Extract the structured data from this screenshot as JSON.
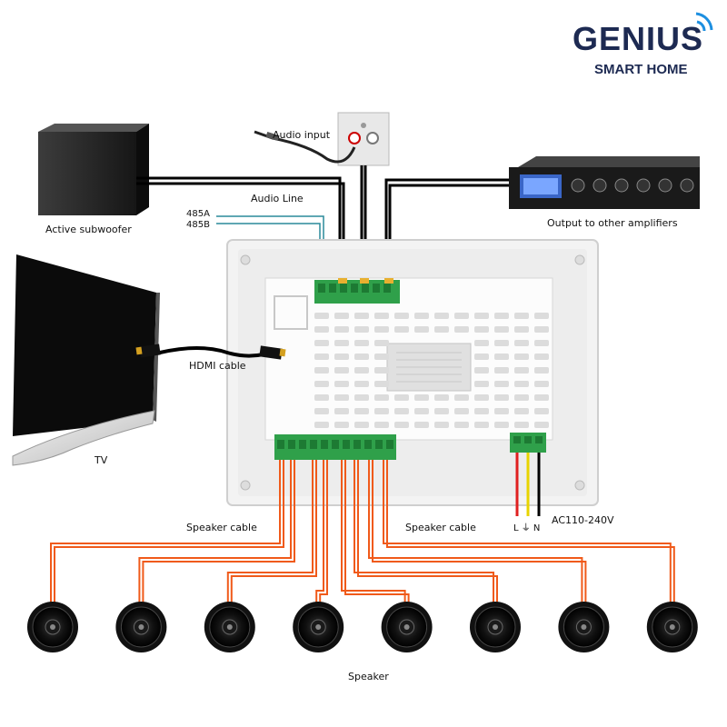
{
  "brand": {
    "name": "GENIUS",
    "tagline": "SMART HOME"
  },
  "labels": {
    "audio_input": "Audio input",
    "audio_line": "Audio Line",
    "active_subwoofer": "Active subwoofer",
    "output_other_amplifiers": "Output to other amplifiers",
    "rs485a": "485A",
    "rs485b": "485B",
    "hdmi_cable": "HDMI cable",
    "tv": "TV",
    "speaker_cable_left": "Speaker cable",
    "speaker_cable_right": "Speaker cable",
    "power": "AC110-240V",
    "power_terminals": "L ⏚ N",
    "speaker": "Speaker"
  },
  "speakers": {
    "count": 8
  },
  "colors": {
    "brand": "#1d2a52",
    "audio_line": "#000000",
    "rs485": "#2a8a9a",
    "speaker_cable": "#f05a1a",
    "live_wire": "#e02020",
    "earth_wire": "#e8d400",
    "neutral_wire": "#000000",
    "terminal_green": "#2fa04a"
  }
}
